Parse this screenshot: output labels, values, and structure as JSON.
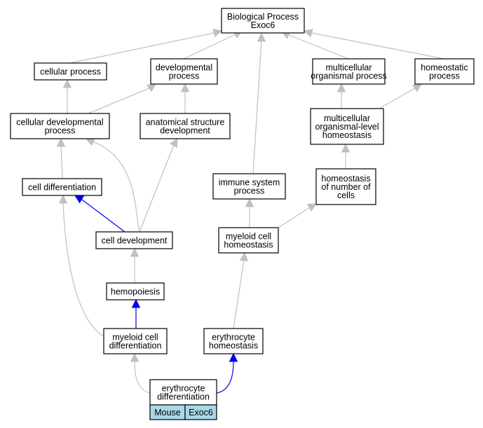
{
  "colors": {
    "gray_edge": "#c0c0c0",
    "blue_edge": "#0000ee",
    "tag_fill": "#a8d8e8",
    "node_border": "#000000"
  },
  "nodes": {
    "bp": {
      "lines": [
        "Biological Process",
        "Exoc6"
      ]
    },
    "cp": {
      "lines": [
        "cellular process"
      ]
    },
    "dp": {
      "lines": [
        "developmental",
        "process"
      ]
    },
    "mop": {
      "lines": [
        "multicellular",
        "organismal process"
      ]
    },
    "hp": {
      "lines": [
        "homeostatic",
        "process"
      ]
    },
    "cdp": {
      "lines": [
        "cellular developmental",
        "process"
      ]
    },
    "asd": {
      "lines": [
        "anatomical structure",
        "development"
      ]
    },
    "mloh": {
      "lines": [
        "multicellular",
        "organismal-level",
        "homeostasis"
      ]
    },
    "cdiff": {
      "lines": [
        "cell differentiation"
      ]
    },
    "isp": {
      "lines": [
        "immune system",
        "process"
      ]
    },
    "hnc": {
      "lines": [
        "homeostasis",
        "of number of",
        "cells"
      ]
    },
    "cdev": {
      "lines": [
        "cell development"
      ]
    },
    "mch": {
      "lines": [
        "myeloid cell",
        "homeostasis"
      ]
    },
    "hemo": {
      "lines": [
        "hemopoiesis"
      ]
    },
    "mcd": {
      "lines": [
        "myeloid cell",
        "differentiation"
      ]
    },
    "eh": {
      "lines": [
        "erythrocyte",
        "homeostasis"
      ]
    },
    "ed": {
      "lines": [
        "erythrocyte",
        "differentiation"
      ]
    }
  },
  "tags": {
    "species": "Mouse",
    "gene": "Exoc6"
  }
}
